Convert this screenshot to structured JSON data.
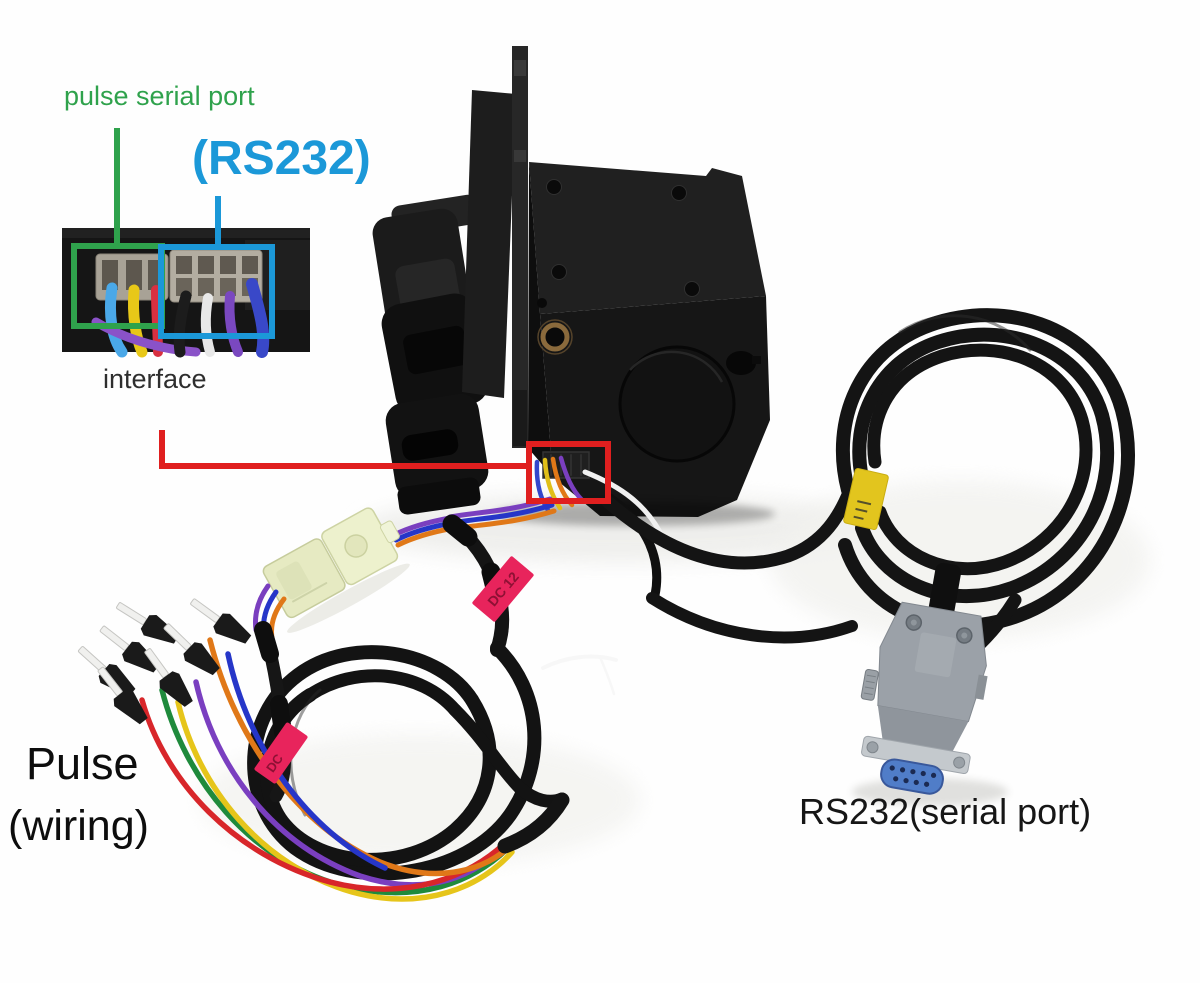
{
  "labels": {
    "pulse_serial_port": "pulse serial port",
    "rs232_callout": "(RS232)",
    "interface": "interface",
    "pulse_line1": "Pulse",
    "pulse_line2": "(wiring)",
    "rs232_caption": "RS232(serial port)",
    "dc12_tag": "DC 12",
    "dc_tag": "DC"
  },
  "colors": {
    "annotation_green": "#2fa24c",
    "annotation_blue": "#1b98d8",
    "annotation_red": "#e01f1f",
    "tag_pink": "#e8245c",
    "tag_yellow": "#e2c51e",
    "caption_dark": "#1a1a1a",
    "background": "#fefefe"
  }
}
